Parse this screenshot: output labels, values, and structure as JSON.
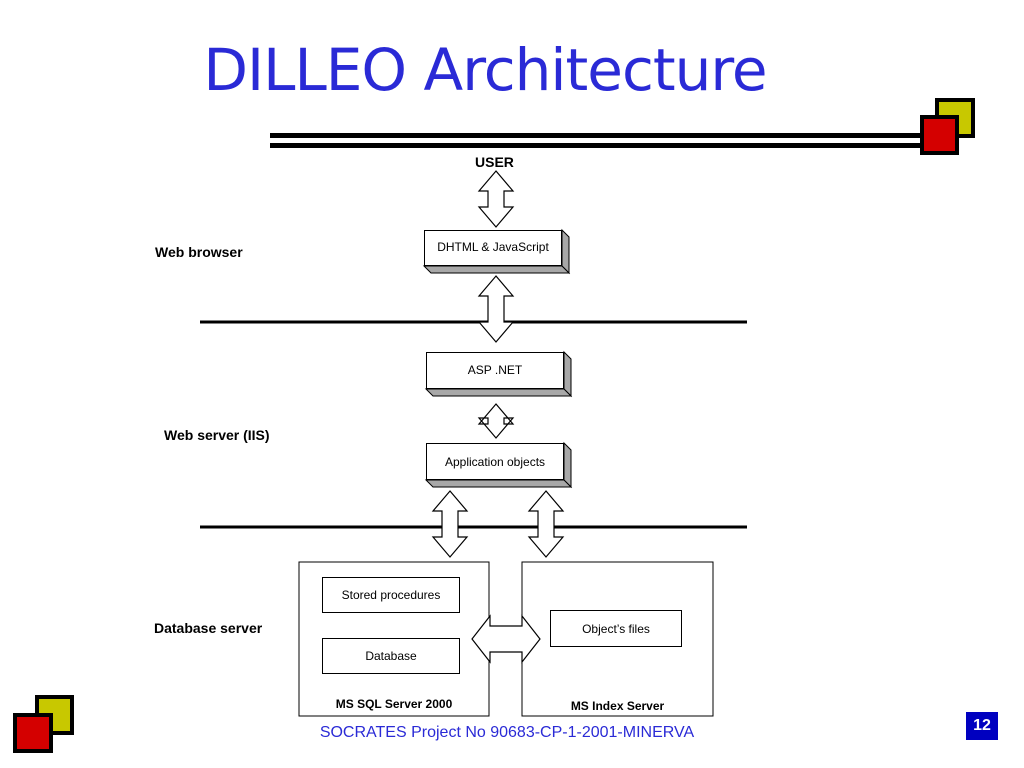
{
  "slide": {
    "title": "DILLEO Architecture",
    "footer": "SOCRATES Project No 90683-CP-1-2001-MINERVA",
    "page_number": "12"
  },
  "diagram": {
    "user_label": "USER",
    "tiers": {
      "web_browser": "Web browser",
      "web_server": "Web server (IIS)",
      "database_server": "Database server"
    },
    "boxes": {
      "dhtml": "DHTML & JavaScript",
      "asp": "ASP .NET",
      "app_objects": "Application objects",
      "stored_procedures": "Stored procedures",
      "database": "Database",
      "objects_files": "Object’s files"
    },
    "containers": {
      "sql_server": "MS SQL Server 2000",
      "index_server": "MS Index Server"
    }
  },
  "colors": {
    "title": "#2a2ad6",
    "decor_yellow": "#c8c800",
    "decor_red": "#d40000",
    "page_badge": "#0000c0"
  }
}
